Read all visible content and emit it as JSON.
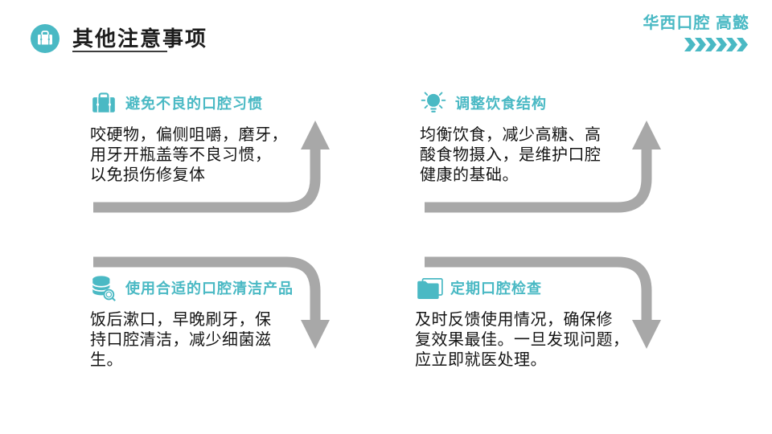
{
  "slide": {
    "title": "其他注意事项",
    "brand": "华西口腔 高懿",
    "accent_color": "#4ab9c4",
    "arrow_color": "#a8a8a8",
    "text_color": "#141414",
    "chevron_count": 6
  },
  "blocks": [
    {
      "icon": "briefcase-icon",
      "heading": "避免不良的口腔习惯",
      "lines": [
        "咬硬物，偏侧咀嚼，磨牙，",
        "用牙开瓶盖等不良习惯，",
        "以免损伤修复体"
      ]
    },
    {
      "icon": "lightbulb-icon",
      "heading": "调整饮食结构",
      "lines": [
        "均衡饮食，减少高糖、高",
        "酸食物摄入，是维护口腔",
        "健康的基础。"
      ]
    },
    {
      "icon": "database-search-icon",
      "heading": "使用合适的口腔清洁产品",
      "lines": [
        "饭后漱口，早晚刷牙，保",
        "持口腔清洁，减少细菌滋",
        "生。"
      ]
    },
    {
      "icon": "folder-icon",
      "heading": "定期口腔检查",
      "lines": [
        "及时反馈使用情况，确保修",
        "复效果最佳。一旦发现问题，",
        "应立即就医处理。"
      ]
    }
  ]
}
